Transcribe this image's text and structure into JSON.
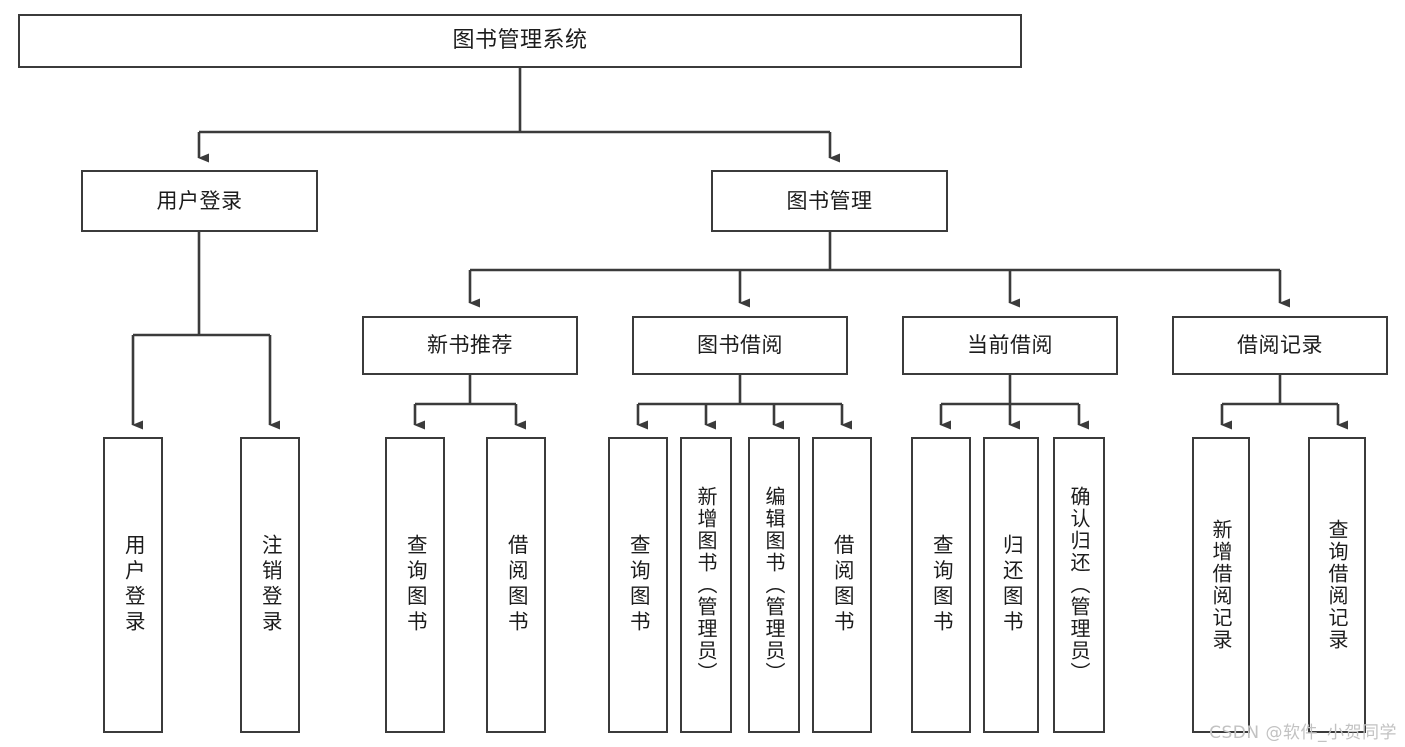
{
  "diagram": {
    "title": "图书管理系统",
    "type": "tree-hierarchy",
    "root": {
      "label": "图书管理系统"
    },
    "level2": [
      {
        "label": "用户登录"
      },
      {
        "label": "图书管理"
      }
    ],
    "level3": [
      {
        "label": "新书推荐"
      },
      {
        "label": "图书借阅"
      },
      {
        "label": "当前借阅"
      },
      {
        "label": "借阅记录"
      }
    ],
    "leaves": {
      "user_login": [
        {
          "label": "用户登录"
        },
        {
          "label": "注销登录"
        }
      ],
      "new_book_recommend": [
        {
          "label": "查询图书"
        },
        {
          "label": "借阅图书"
        }
      ],
      "book_borrow": [
        {
          "label": "查询图书"
        },
        {
          "label": "新增图书（管理员）"
        },
        {
          "label": "编辑图书（管理员）"
        },
        {
          "label": "借阅图书"
        }
      ],
      "current_borrow": [
        {
          "label": "查询图书"
        },
        {
          "label": "归还图书"
        },
        {
          "label": "确认归还（管理员）"
        }
      ],
      "borrow_record": [
        {
          "label": "新增借阅记录"
        },
        {
          "label": "查询借阅记录"
        }
      ]
    }
  },
  "watermark": {
    "text": "CSDN @软件_小贺同学"
  },
  "colors": {
    "box_border": "#3b3b3b",
    "connector": "#3b3b3b",
    "background": "#ffffff",
    "text": "#1c1c1c",
    "watermark": "#c2c2c2"
  }
}
